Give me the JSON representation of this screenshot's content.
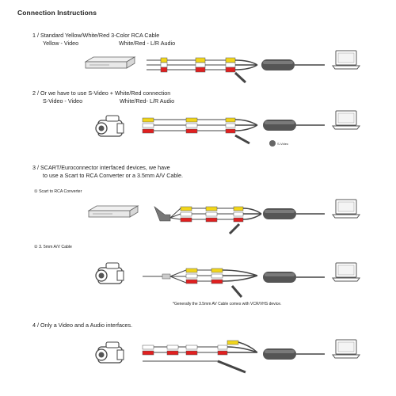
{
  "title": "Connection Instructions",
  "steps": [
    {
      "heading": "1 / Standard Yellow/White/Red 3-Color RCA Cable",
      "line2a": "Yellow - Video",
      "line2b": "White/Red - L/R Audio"
    },
    {
      "heading": "2 / Or we have to use  S-Video + White/Red connection",
      "line2a": "S-Video - Video",
      "line2b": "White/Red- L/R Audio",
      "icon_label": "S-Video"
    },
    {
      "heading": "3 / SCART/Euroconnector interfaced devices, we have",
      "line2": "to use a Scart to RCA Converter or a 3.5mm A/V Cable.",
      "option1": "①  Scart to RCA Converter",
      "option2": "②  3. 5mm  A/V Cable",
      "note": "*Generally the 3.5mm AV Cable comes with VCR/VHS device."
    },
    {
      "heading": "4 / Only a Video and a Audio interfaces."
    }
  ],
  "colors": {
    "yellow": "#f2d61b",
    "red": "#e02020",
    "white": "#ffffff",
    "cable": "#444444",
    "outline": "#555555"
  }
}
